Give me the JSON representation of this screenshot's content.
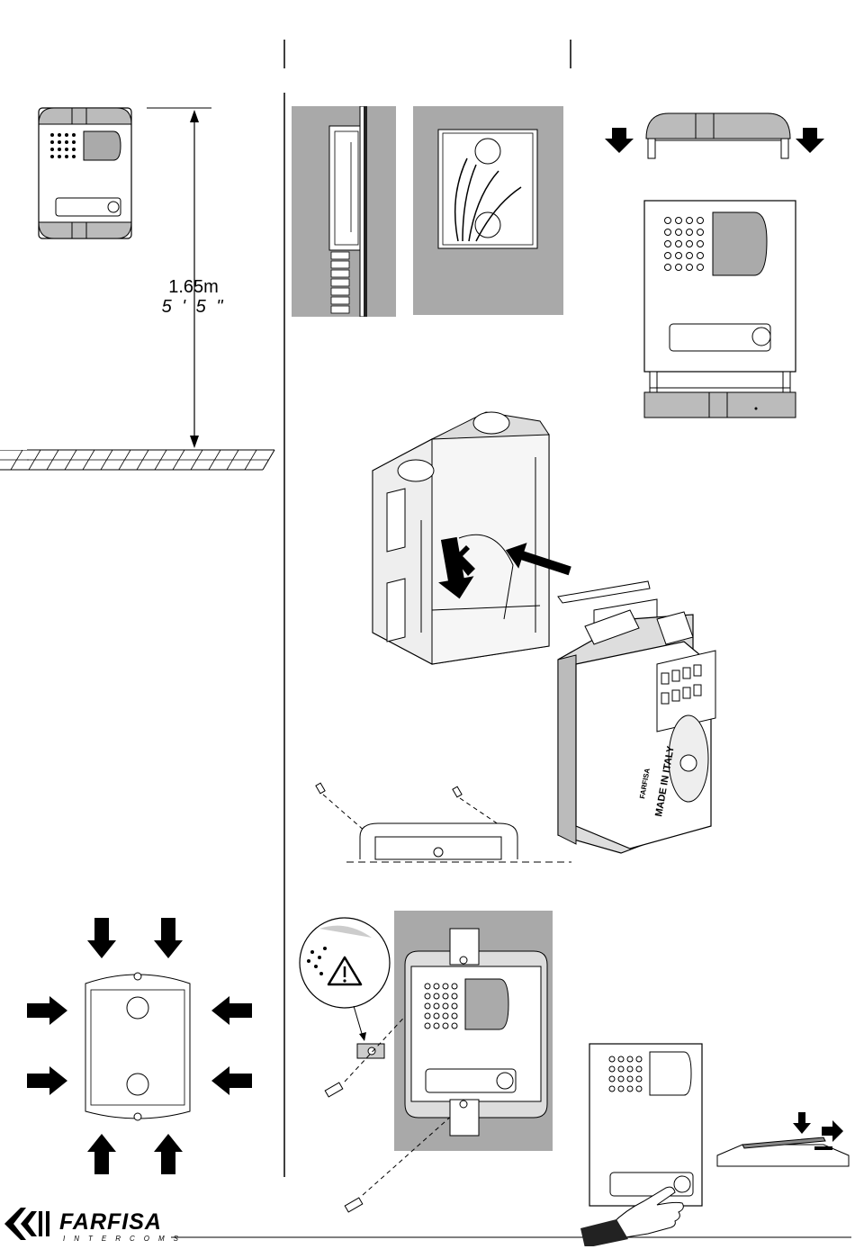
{
  "height": {
    "metric": "1.65m",
    "imperial": "5 ' 5 \""
  },
  "module": {
    "made_in": "MADE IN ITALY",
    "brand_small": "FARFISA"
  },
  "footer": {
    "brand": "FARFISA",
    "subtitle": "INTERCOMS"
  }
}
